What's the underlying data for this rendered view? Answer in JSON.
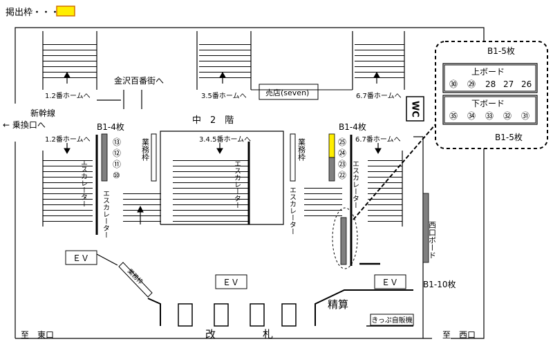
{
  "legend": {
    "label": "掲出枠・・・",
    "swatch_color": "#ffff00"
  },
  "colors": {
    "board_gray": "#808080",
    "highlight_yellow": "#ffee00",
    "line": "#000000"
  },
  "labels": {
    "kanazawa": "金沢百番街へ",
    "platform12_top": "1.2番ホームへ",
    "platform35_top": "3.5番ホームへ",
    "platform67_top": "6.7番ホームへ",
    "shop": "売店(seven)",
    "wc": "WC",
    "shinkansen_line1": "新幹線",
    "shinkansen_line2": "← 乗換口へ",
    "mezzanine": "中　2　階",
    "platform12_mid": "1.2番ホームへ",
    "platform345_mid": "3.4.5番ホームへ",
    "platform67_mid": "6.7番ホームへ",
    "b1_4_left": "B1-4枚",
    "b1_4_right": "B1-4枚",
    "office_left": "業務枠",
    "office_right": "業務枠",
    "office_diag": "業務枠",
    "escalator": "エスカレーター",
    "ev": "ＥＶ",
    "seisan": "精算",
    "ticket_machine": "きっぷ自販機",
    "west_board": "西口ボード",
    "b1_10": "B1-10枚",
    "kaisatsu_left": "改",
    "kaisatsu_right": "札",
    "east_exit": "至　東口",
    "west_exit": "至　西口"
  },
  "callout": {
    "b1_5_top": "B1-5枚",
    "b1_5_bottom": "B1-5枚",
    "upper_board": {
      "title": "上ボード",
      "items": [
        "㉚",
        "㉙",
        "28",
        "27",
        "26"
      ]
    },
    "lower_board": {
      "title": "下ボード",
      "items": [
        "㉟",
        "㉞",
        "㉝",
        "㉜",
        "㉛"
      ]
    }
  },
  "left_board_numbers": [
    "⑬",
    "⑫",
    "⑪",
    "⑩"
  ],
  "right_board_numbers": [
    "㉕",
    "㉔",
    "㉓",
    "㉒"
  ]
}
